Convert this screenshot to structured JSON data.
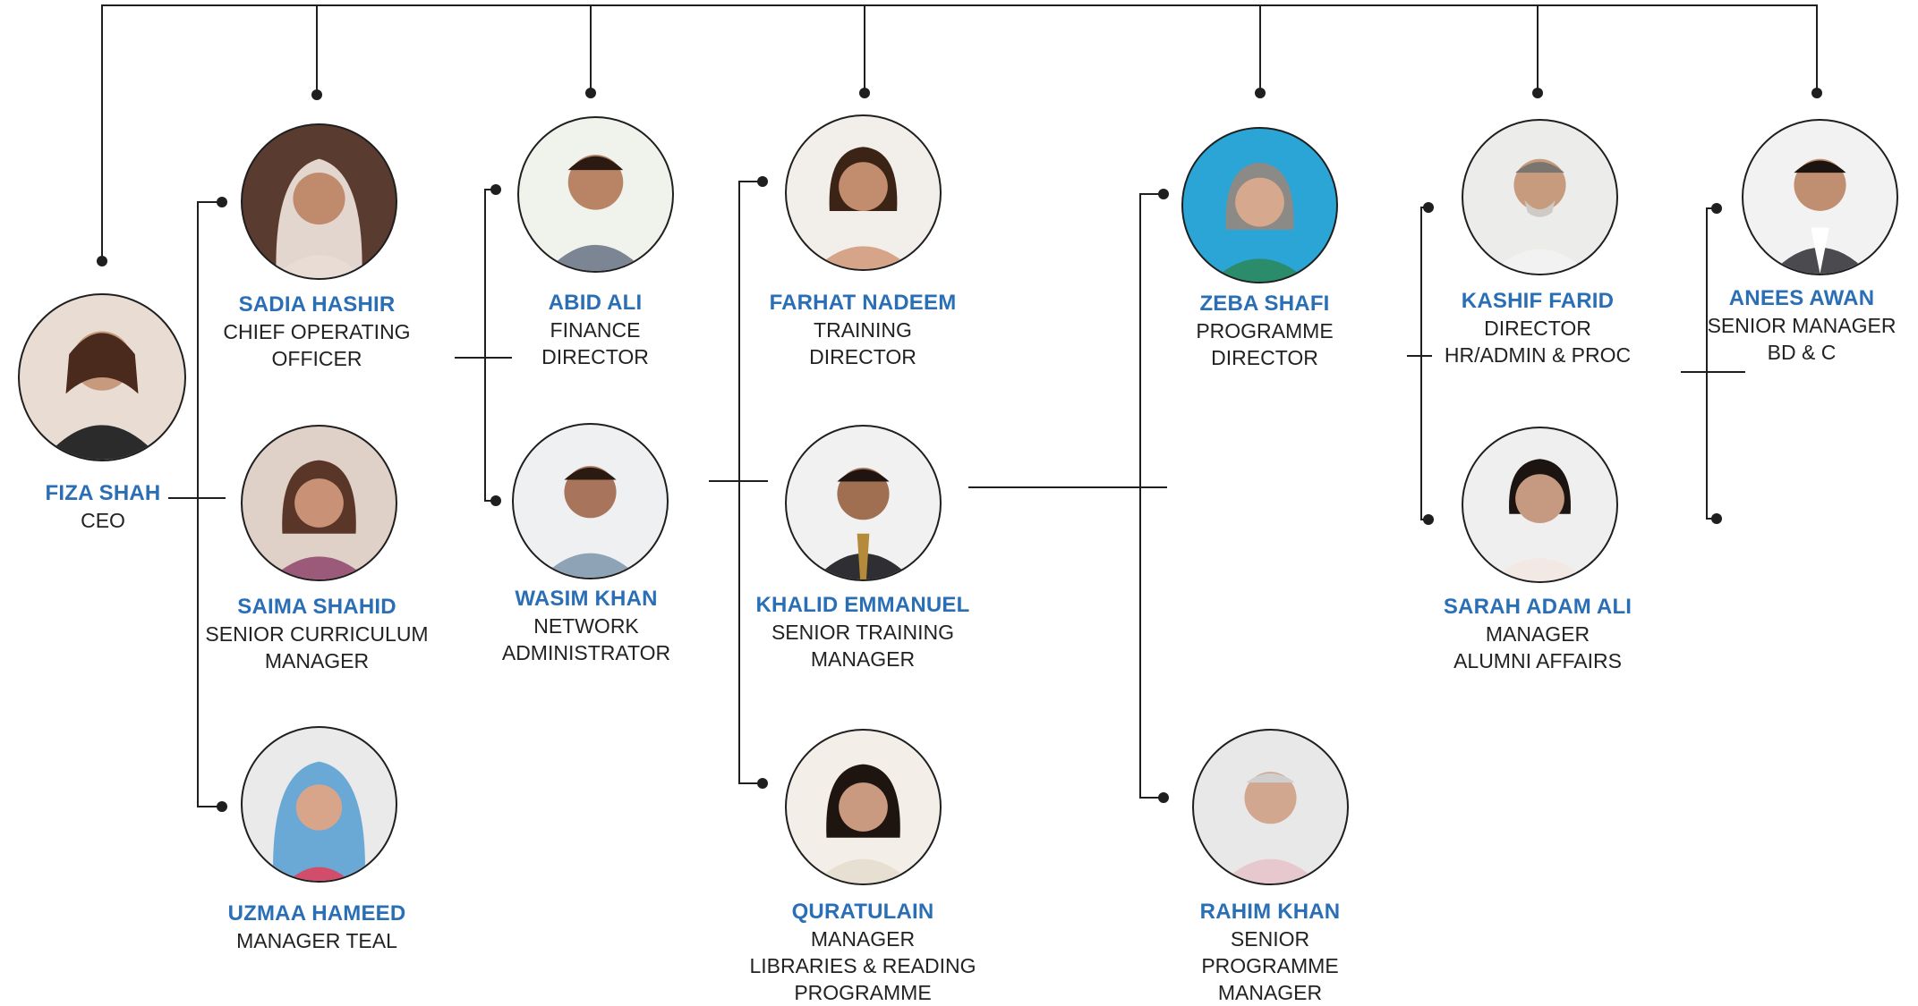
{
  "colors": {
    "name": "#2a6fb6",
    "role": "#222222",
    "line": "#1f1f1f",
    "ring_accent": "#8cc63f"
  },
  "people": {
    "ceo": {
      "name": "FIZA SHAH",
      "role": "CEO"
    },
    "coo": {
      "name": "SADIA HASHIR",
      "role": "CHIEF OPERATING\nOFFICER"
    },
    "curriculum": {
      "name": "SAIMA SHAHID",
      "role": "SENIOR CURRICULUM\nMANAGER"
    },
    "teal": {
      "name": "UZMAA HAMEED",
      "role": "MANAGER TEAL"
    },
    "finance": {
      "name": "ABID ALI",
      "role": "FINANCE\nDIRECTOR"
    },
    "network": {
      "name": "WASIM KHAN",
      "role": "NETWORK\nADMINISTRATOR"
    },
    "training": {
      "name": "FARHAT NADEEM",
      "role": "TRAINING\nDIRECTOR"
    },
    "sr_training": {
      "name": "KHALID EMMANUEL",
      "role": "SENIOR TRAINING\nMANAGER"
    },
    "libraries": {
      "name": "QURATULAIN",
      "role": "MANAGER\nLIBRARIES & READING\nPROGRAMME"
    },
    "programme": {
      "name": "ZEBA SHAFI",
      "role": "PROGRAMME\nDIRECTOR"
    },
    "sr_programme": {
      "name": "RAHIM KHAN",
      "role": "SENIOR\nPROGRAMME\nMANAGER"
    },
    "hr": {
      "name": "KASHIF FARID",
      "role": "DIRECTOR\nHR/ADMIN & PROC"
    },
    "alumni": {
      "name": "SARAH ADAM ALI",
      "role": "MANAGER\nALUMNI AFFAIRS"
    },
    "bd": {
      "name": "ANEES AWAN",
      "role": "SENIOR MANAGER\nBD & C"
    }
  }
}
